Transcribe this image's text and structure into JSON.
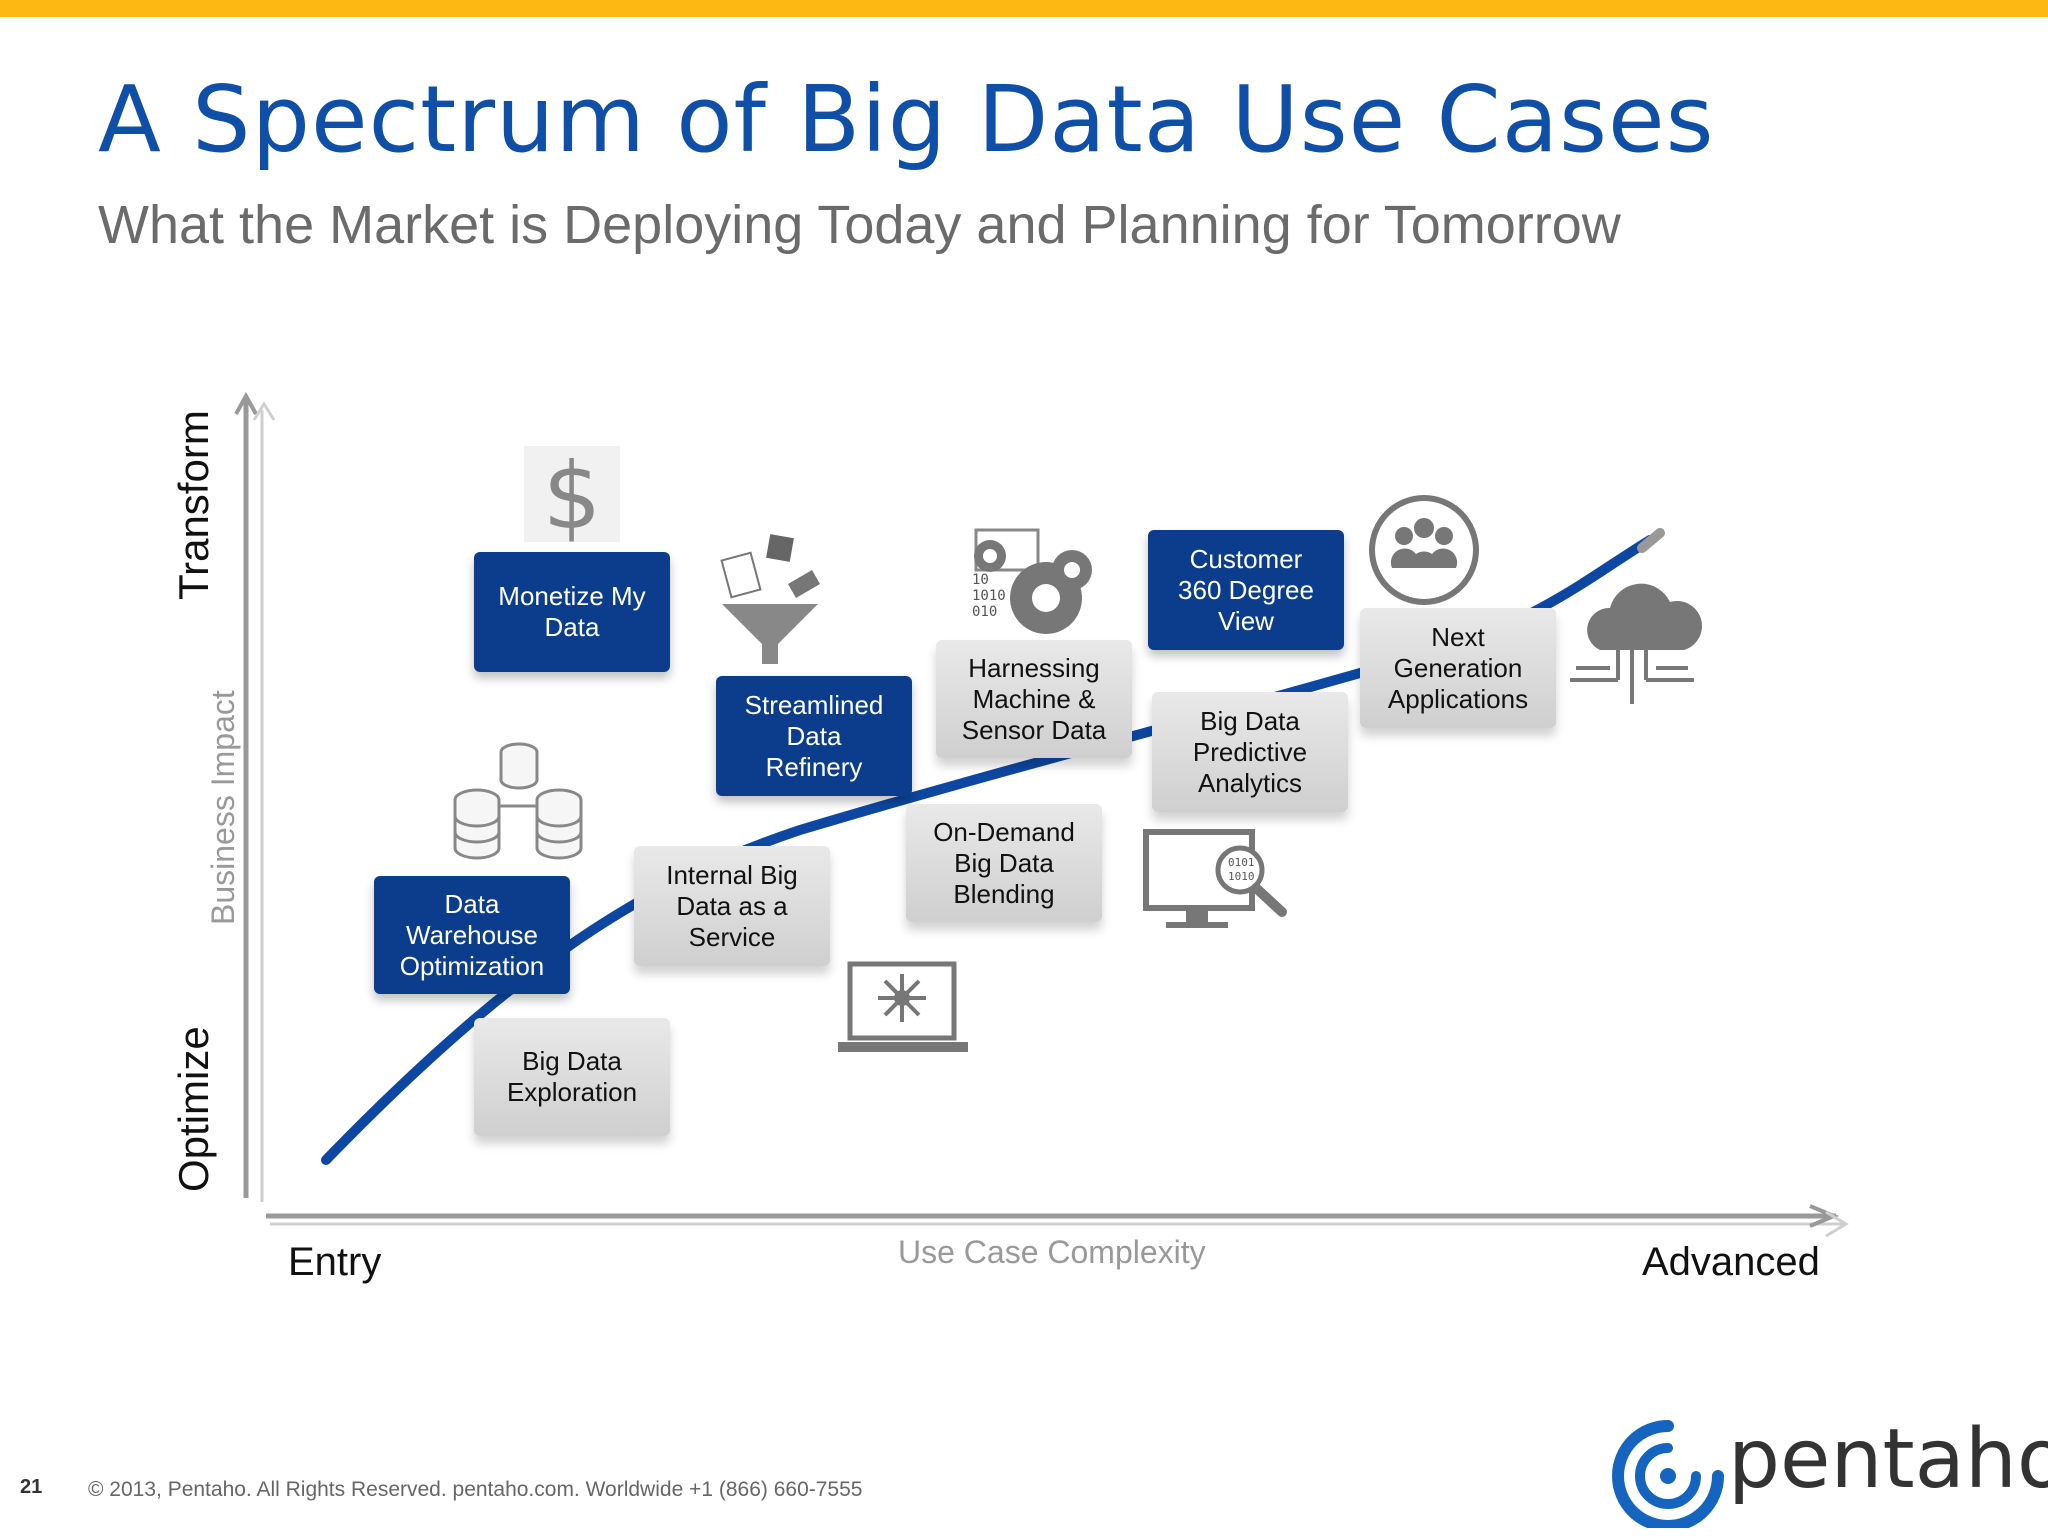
{
  "slide": {
    "title": "A Spectrum of Big Data Use Cases",
    "subtitle": "What the Market is Deploying Today and Planning for Tomorrow",
    "slide_number": "21",
    "footer": "© 2013, Pentaho. All Rights Reserved. pentaho.com. Worldwide +1 (866) 660-7555",
    "logo_text": "pentaho"
  },
  "axes": {
    "y_top": "Transform",
    "y_middle": "Business Impact",
    "y_bottom": "Optimize",
    "x_left": "Entry",
    "x_middle": "Use Case Complexity",
    "x_right": "Advanced"
  },
  "use_cases": {
    "big_data_exploration": [
      "Big Data",
      "Exploration"
    ],
    "data_warehouse_optimization": [
      "Data",
      "Warehouse",
      "Optimization"
    ],
    "internal_big_data_service": [
      "Internal Big",
      "Data as a",
      "Service"
    ],
    "monetize_my_data": [
      "Monetize My",
      "Data"
    ],
    "streamlined_data_refinery": [
      "Streamlined",
      "Data",
      "Refinery"
    ],
    "on_demand_blending": [
      "On-Demand",
      "Big Data",
      "Blending"
    ],
    "harnessing_machine_sensor": [
      "Harnessing",
      "Machine &",
      "Sensor Data"
    ],
    "customer_360": [
      "Customer",
      "360 Degree",
      "View"
    ],
    "predictive_analytics": [
      "Big Data",
      "Predictive",
      "Analytics"
    ],
    "next_gen_apps": [
      "Next",
      "Generation",
      "Applications"
    ]
  },
  "icons": {
    "dollar_glyph": "$",
    "sensor_bits": [
      "10",
      "1010",
      "010"
    ],
    "monitor_bits": [
      "0101",
      "1010"
    ]
  },
  "colors": {
    "accent_bar": "#FDB813",
    "title_blue": "#0F4FA8",
    "box_blue": "#0B3D8C",
    "curve_blue": "#0D47A1",
    "box_gray": "#d9d9d9"
  }
}
